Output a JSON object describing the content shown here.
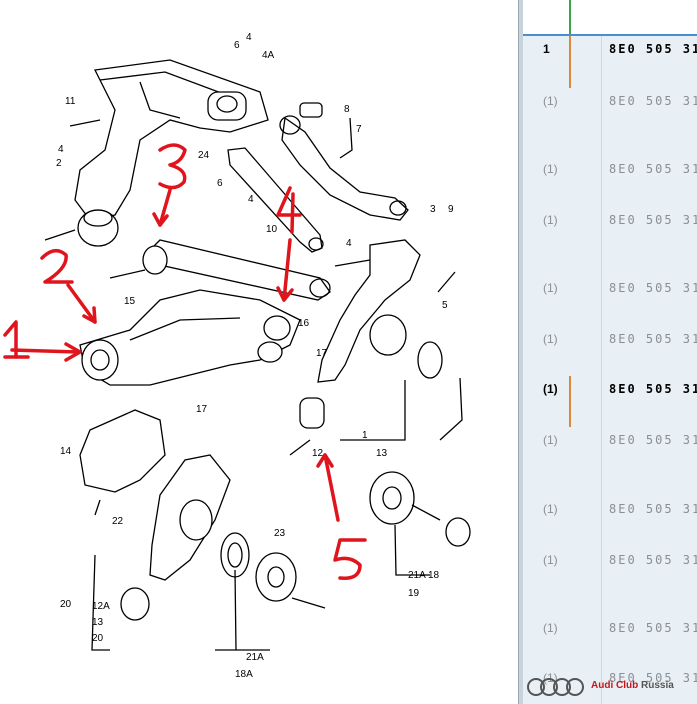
{
  "diagram": {
    "callouts": [
      "6",
      "4",
      "4A",
      "11",
      "8",
      "7",
      "4",
      "2",
      "24",
      "6",
      "4",
      "3",
      "9",
      "4",
      "10",
      "15",
      "5",
      "16",
      "17",
      "17",
      "1",
      "13",
      "12",
      "14",
      "22",
      "23",
      "20",
      "12A",
      "13",
      "20",
      "21A",
      "18A",
      "21A",
      "18",
      "19",
      "21"
    ],
    "red_annotations": [
      "1",
      "2",
      "3",
      "4",
      "5"
    ]
  },
  "parts_table": {
    "rows": [
      {
        "num": "1",
        "code": "8E0 505 31",
        "active": true,
        "bar": true
      },
      {
        "num": "(1)",
        "code": "8E0 505 31",
        "active": false
      },
      {
        "num": "(1)",
        "code": "8E0 505 31",
        "active": false
      },
      {
        "num": "(1)",
        "code": "8E0 505 31",
        "active": false
      },
      {
        "num": "(1)",
        "code": "8E0 505 31",
        "active": false
      },
      {
        "num": "(1)",
        "code": "8E0 505 31",
        "active": false
      },
      {
        "num": "(1)",
        "code": "8E0 505 31",
        "active": true,
        "bar": true
      },
      {
        "num": "(1)",
        "code": "8E0 505 31",
        "active": false
      },
      {
        "num": "(1)",
        "code": "8E0 505 31",
        "active": false
      },
      {
        "num": "(1)",
        "code": "8E0 505 31",
        "active": false
      },
      {
        "num": "(1)",
        "code": "8E0 505 31",
        "active": false
      },
      {
        "num": "(1)",
        "code": "8E0 505 31",
        "active": false
      }
    ]
  },
  "logo": {
    "brand": "Audi Club",
    "suffix": "Russia"
  }
}
